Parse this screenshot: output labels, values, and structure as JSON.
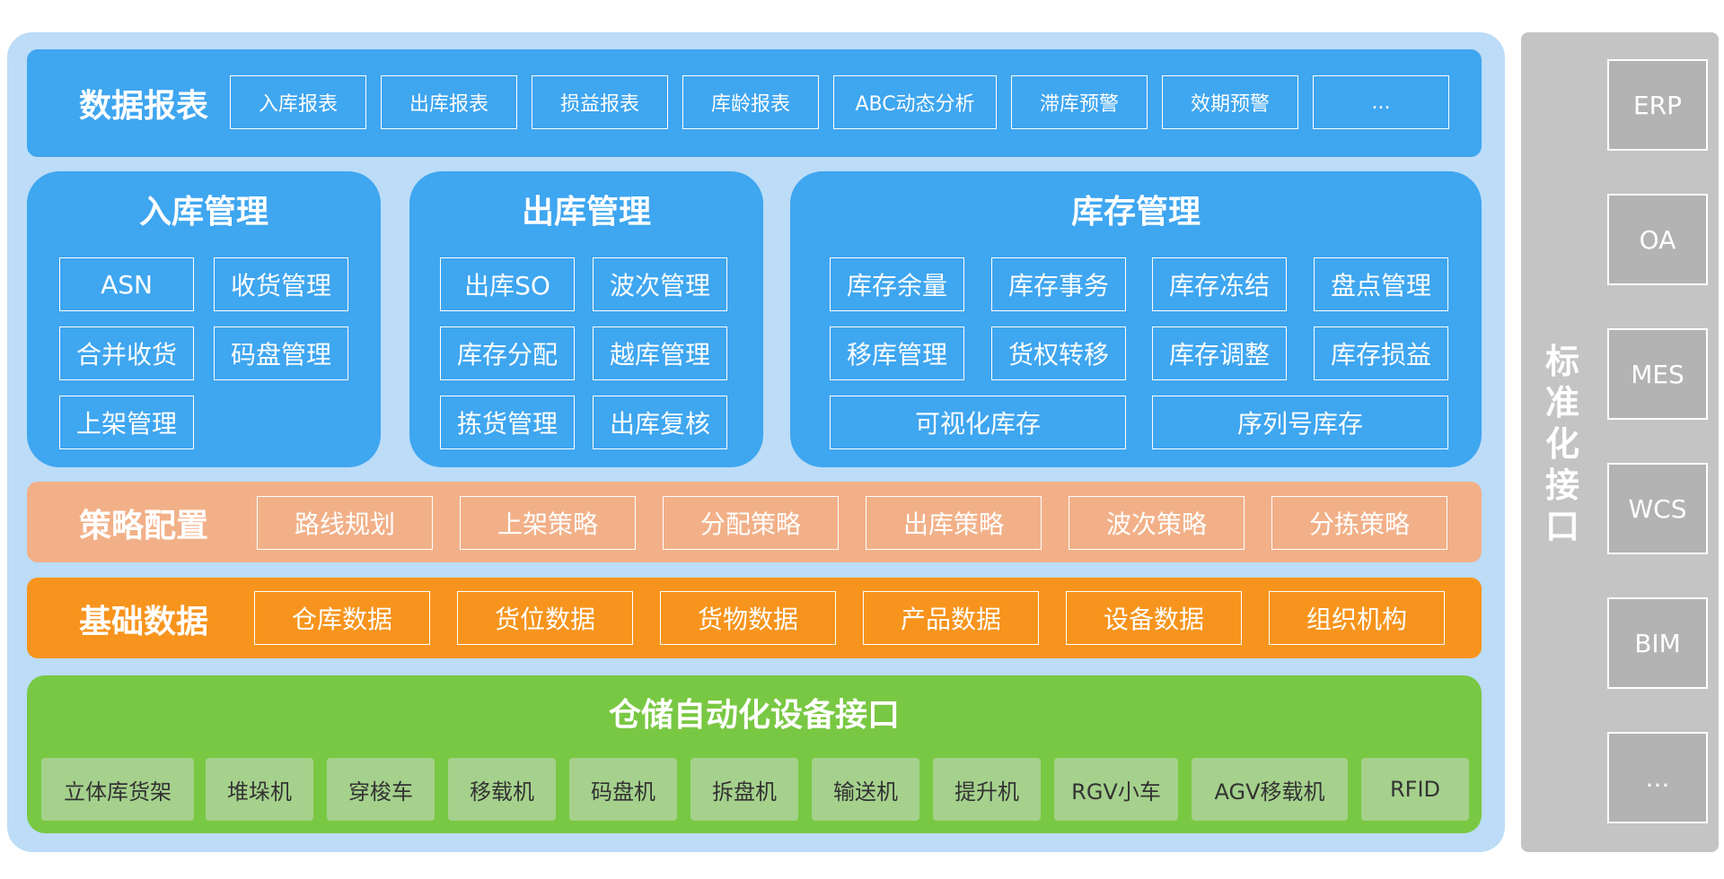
{
  "report": {
    "title": "数据报表",
    "items": [
      "入库报表",
      "出库报表",
      "损益报表",
      "库龄报表",
      "ABC动态分析",
      "滞库预警",
      "效期预警",
      "..."
    ]
  },
  "inbound": {
    "title": "入库管理",
    "items": [
      "ASN",
      "收货管理",
      "合并收货",
      "码盘管理",
      "上架管理"
    ]
  },
  "outbound": {
    "title": "出库管理",
    "items": [
      "出库SO",
      "波次管理",
      "库存分配",
      "越库管理",
      "拣货管理",
      "出库复核"
    ]
  },
  "inventory": {
    "title": "库存管理",
    "items": [
      "库存余量",
      "库存事务",
      "库存冻结",
      "盘点管理",
      "移库管理",
      "货权转移",
      "库存调整",
      "库存损益",
      "可视化库存",
      "序列号库存"
    ]
  },
  "strategy": {
    "title": "策略配置",
    "items": [
      "路线规划",
      "上架策略",
      "分配策略",
      "出库策略",
      "波次策略",
      "分拣策略"
    ]
  },
  "base": {
    "title": "基础数据",
    "items": [
      "仓库数据",
      "货位数据",
      "货物数据",
      "产品数据",
      "设备数据",
      "组织机构"
    ]
  },
  "automation": {
    "title": "仓储自动化设备接口",
    "items": [
      "立体库货架",
      "堆垛机",
      "穿梭车",
      "移载机",
      "码盘机",
      "拆盘机",
      "输送机",
      "提升机",
      "RGV小车",
      "AGV移载机",
      "RFID"
    ]
  },
  "interface": {
    "title": "标准化接口",
    "items": [
      "ERP",
      "OA",
      "MES",
      "WCS",
      "BIM",
      "..."
    ]
  },
  "colors": {
    "outer_bg": "#bcdcf7",
    "module_blue": "#3fa6f0",
    "strategy": "#f2b088",
    "base": "#f7941d",
    "automation": "#79c843",
    "automation_item": "#a5d18c",
    "interface_bg": "#c4c4c4",
    "interface_item": "#b3b3b3"
  }
}
